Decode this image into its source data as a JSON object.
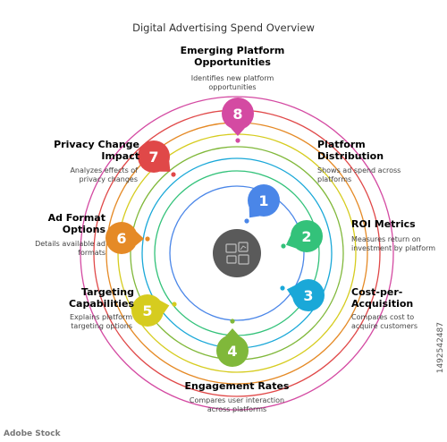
{
  "title": "Digital Advertising Spend Overview",
  "steps": [
    {
      "num": "1",
      "color": "#4a86e8",
      "label_l1": "Platform",
      "label_l2": "Distribution",
      "desc_l1": "Shows ad spend across",
      "desc_l2": "platforms"
    },
    {
      "num": "2",
      "color": "#33c27a",
      "label_l1": "ROI Metrics",
      "label_l2": "",
      "desc_l1": "Measures return on",
      "desc_l2": "investment by platform"
    },
    {
      "num": "3",
      "color": "#1aa8d8",
      "label_l1": "Cost-per-",
      "label_l2": "Acquisition",
      "desc_l1": "Compares cost to",
      "desc_l2": "acquire customers"
    },
    {
      "num": "4",
      "color": "#80b83a",
      "label_l1": "Engagement Rates",
      "label_l2": "",
      "desc_l1": "Compares user interaction",
      "desc_l2": "across platforms"
    },
    {
      "num": "5",
      "color": "#d6cc1f",
      "label_l1": "Targeting",
      "label_l2": "Capabilities",
      "desc_l1": "Explains platform",
      "desc_l2": "targeting options"
    },
    {
      "num": "6",
      "color": "#e58a26",
      "label_l1": "Ad Format",
      "label_l2": "Options",
      "desc_l1": "Details available ad",
      "desc_l2": "formats"
    },
    {
      "num": "7",
      "color": "#e04848",
      "label_l1": "Privacy Change",
      "label_l2": "Impact",
      "desc_l1": "Analyzes effects of",
      "desc_l2": "privacy changes"
    },
    {
      "num": "8",
      "color": "#d44aa2",
      "label_l1": "Emerging Platform",
      "label_l2": "Opportunities",
      "desc_l1": "Identifies new platform",
      "desc_l2": "opportunities"
    }
  ],
  "center_icon": "digital-advertising-icon",
  "watermark": "1492542487",
  "stock_mark": "Adobe Stock"
}
